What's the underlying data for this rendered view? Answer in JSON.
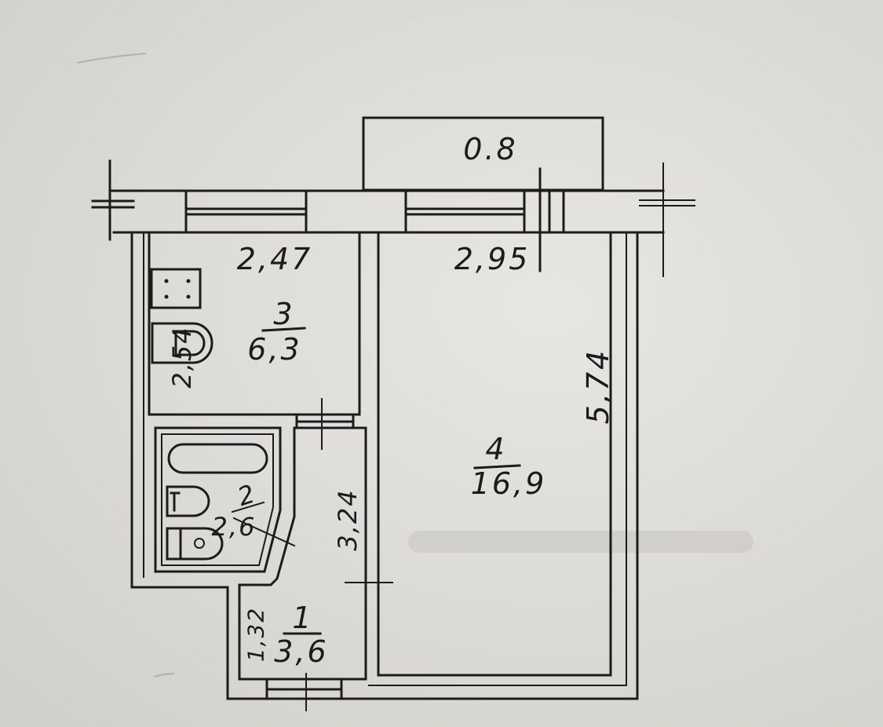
{
  "plan": {
    "balcony_area": "0.8",
    "dimensions": {
      "top_left": "2,47",
      "top_right": "2,95",
      "right_vertical": "5,74",
      "left_vertical": "2,54",
      "middle_vertical": "3,24",
      "bottom_left_vertical": "1,32"
    },
    "rooms": [
      {
        "number": "1",
        "area": "3,6"
      },
      {
        "number": "2",
        "area": "2,6"
      },
      {
        "number": "3",
        "area": "6,3"
      },
      {
        "number": "4",
        "area": "16,9"
      }
    ]
  },
  "colors": {
    "ink": "#1c1c1c",
    "paper": "#dcdbd6"
  }
}
